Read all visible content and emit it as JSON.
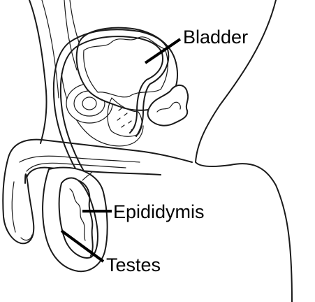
{
  "labels": {
    "bladder": "Bladder",
    "epididymis": "Epididymis",
    "testes": "Testes"
  },
  "colors": {
    "ink": "#1a1a1a",
    "background": "#ffffff",
    "leader": "#000000"
  }
}
